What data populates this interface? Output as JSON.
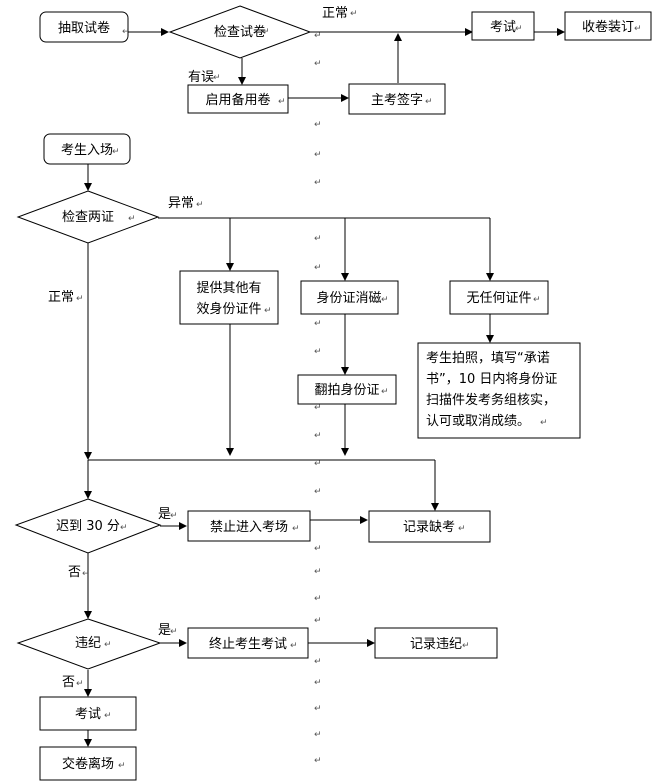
{
  "nodes": {
    "draw_papers": "抽取试卷",
    "check_papers": "检查试卷",
    "use_backup": "启用备用卷",
    "examiner_sign": "主考签字",
    "exam_top": "考试",
    "collect_bind": "收卷装订",
    "candidate_enter": "考生入场",
    "check_ids": "检查两证",
    "other_id_line1": "提供其他有",
    "other_id_line2": "效身份证件",
    "id_demag": "身份证消磁",
    "copy_id": "翻拍身份证",
    "no_id": "无任何证件",
    "no_id_note_line1": "考生拍照，填写“承诺",
    "no_id_note_line2": "书”，10 日内将身份证",
    "no_id_note_line3": "扫描件发考务组核实，",
    "no_id_note_line4": "认可或取消成绩。",
    "late30": "迟到 30 分",
    "no_entry": "禁止进入考场",
    "record_absent": "记录缺考",
    "violation": "违纪",
    "terminate_exam": "终止考生考试",
    "record_violation": "记录违纪",
    "exam_bottom": "考试",
    "submit_leave": "交卷离场"
  },
  "edge_labels": {
    "normal_top": "正常",
    "error": "有误",
    "abnormal": "异常",
    "normal_left": "正常",
    "yes_late": "是",
    "no_late": "否",
    "yes_violation": "是",
    "no_violation": "否"
  },
  "paragraph_mark": "↵"
}
